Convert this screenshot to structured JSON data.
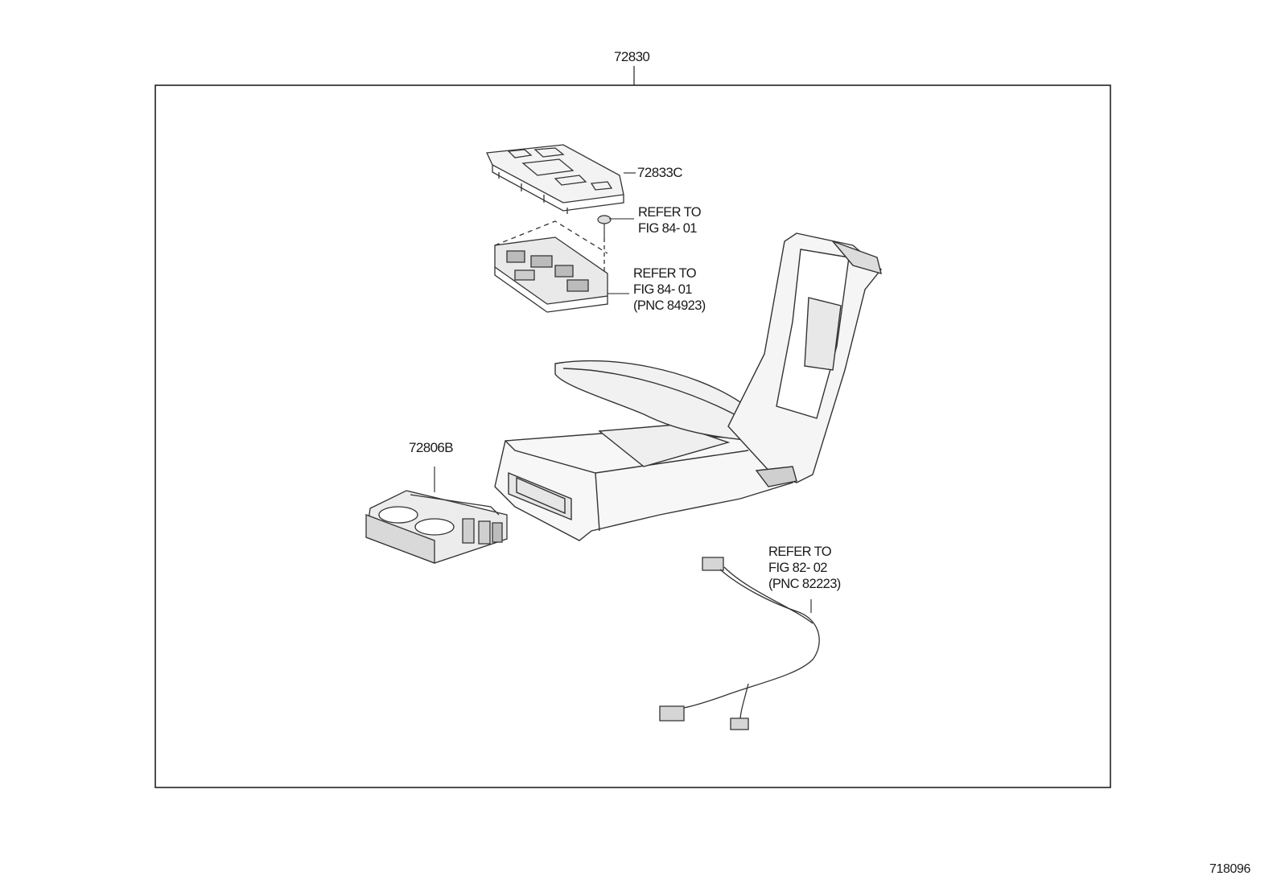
{
  "callouts": {
    "assembly": "72830",
    "upper_panel": "72833C",
    "cup_holder": "72806B"
  },
  "references": {
    "clip": {
      "line1": "REFER TO",
      "line2": "FIG 84- 01"
    },
    "switch": {
      "line1": "REFER TO",
      "line2": "FIG 84- 01",
      "line3": "(PNC 84923)"
    },
    "harness": {
      "line1": "REFER TO",
      "line2": "FIG 82- 02",
      "line3": "(PNC 82223)"
    }
  },
  "figure_number": "718096"
}
